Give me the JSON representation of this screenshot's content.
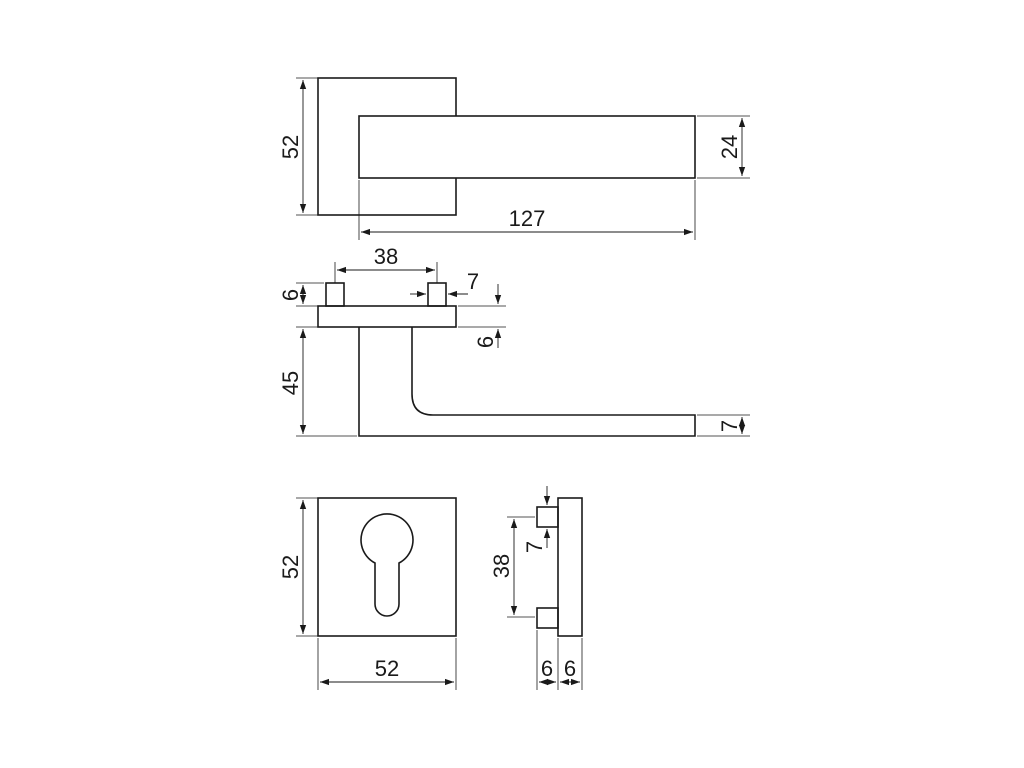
{
  "colors": {
    "line": "#1a1a1a",
    "background": "#ffffff"
  },
  "dimensions": {
    "top_rose_height": "52",
    "top_lever_height": "24",
    "top_lever_length": "127",
    "side_pin_spacing": "38",
    "side_pin_width": "7",
    "side_pin_height": "6",
    "side_rose_thickness": "6",
    "side_handle_height": "45",
    "side_lever_thickness": "7",
    "escutcheon_height": "52",
    "escutcheon_width": "52",
    "profile_pin_spacing": "38",
    "profile_pin_height": "7",
    "profile_pin_depth": "6",
    "profile_plate_depth": "6"
  }
}
